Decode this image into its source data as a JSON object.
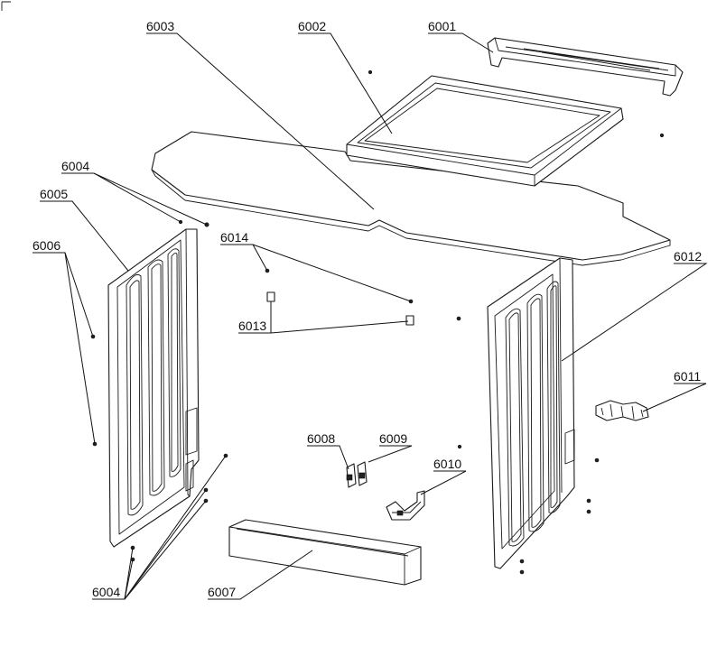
{
  "callouts": {
    "c6001": "6001",
    "c6002": "6002",
    "c6003": "6003",
    "c6004_top": "6004",
    "c6004_bottom": "6004",
    "c6005": "6005",
    "c6006": "6006",
    "c6007": "6007",
    "c6008": "6008",
    "c6009": "6009",
    "c6010": "6010",
    "c6011": "6011",
    "c6012": "6012",
    "c6013": "6013",
    "c6014": "6014"
  }
}
